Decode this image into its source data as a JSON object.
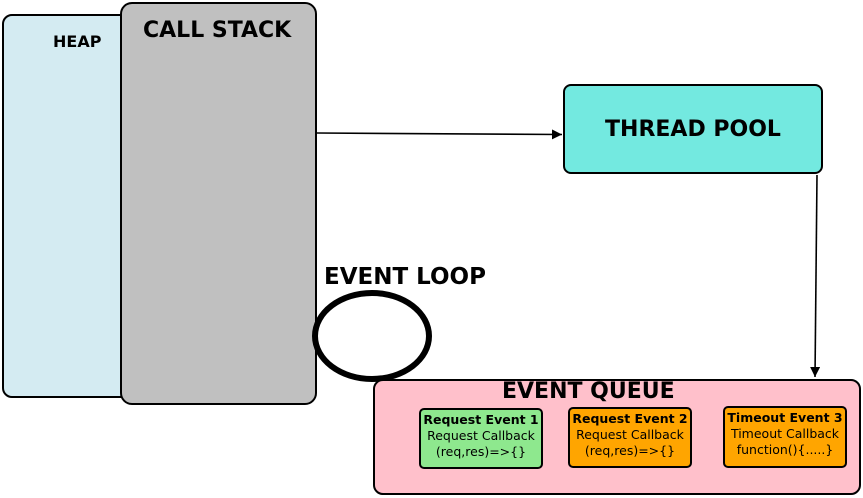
{
  "heap": {
    "label": "HEAP",
    "color": "#d4ebf2"
  },
  "call_stack": {
    "label": "CALL STACK",
    "color": "#c0c0c0"
  },
  "thread_pool": {
    "label": "THREAD POOL",
    "color": "#73e9e0"
  },
  "event_loop": {
    "label": "EVENT LOOP"
  },
  "event_queue": {
    "label": "EVENT QUEUE",
    "color": "#ffc0cb",
    "events": [
      {
        "title": "Request Event 1",
        "line1": "Request Callback",
        "line2": "(req,res)=>{}",
        "color": "#8ee88e"
      },
      {
        "title": "Request Event 2",
        "line1": "Request Callback",
        "line2": "(req,res)=>{}",
        "color": "#ffa500"
      },
      {
        "title": "Timeout Event 3",
        "line1": "Timeout Callback",
        "line2": "function(){.....}",
        "color": "#ffa500"
      }
    ]
  }
}
